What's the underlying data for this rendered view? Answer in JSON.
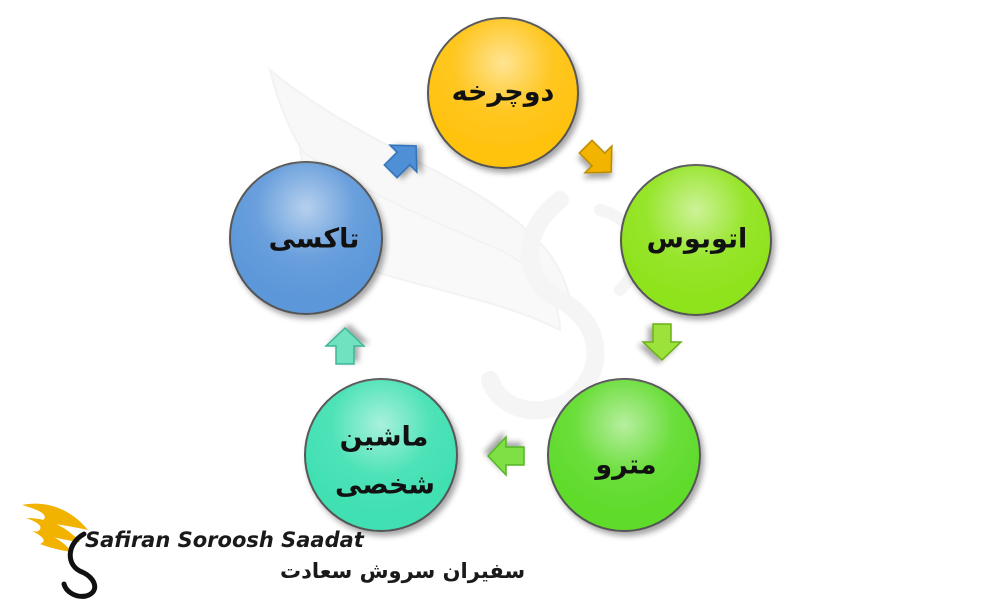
{
  "diagram": {
    "nodes": [
      {
        "id": "bicycle",
        "label": "دوچرخه",
        "color": "#ffc20e"
      },
      {
        "id": "bus",
        "label": "اتوبوس",
        "color": "#8fe31b"
      },
      {
        "id": "metro",
        "label": "مترو",
        "color": "#5edb2a"
      },
      {
        "id": "car_line1",
        "label": "ماشین",
        "color": "#3fe0b2"
      },
      {
        "id": "car_line2",
        "label": "شخصی",
        "color": "#3fe0b2"
      },
      {
        "id": "taxi",
        "label": "تاکسی",
        "color": "#5c97d9"
      }
    ],
    "arrow_colors": {
      "bicycle_to_bus": "#f2b400",
      "bus_to_metro": "#9be33a",
      "metro_to_car": "#7fe045",
      "car_to_taxi": "#6fe2c0",
      "taxi_to_bicycle": "#4f8fd6"
    }
  },
  "brand": {
    "name_latin": "Safiran Soroosh Saadat",
    "name_persian": "سفیران سروش سعادت",
    "accent": "#f2b200"
  }
}
